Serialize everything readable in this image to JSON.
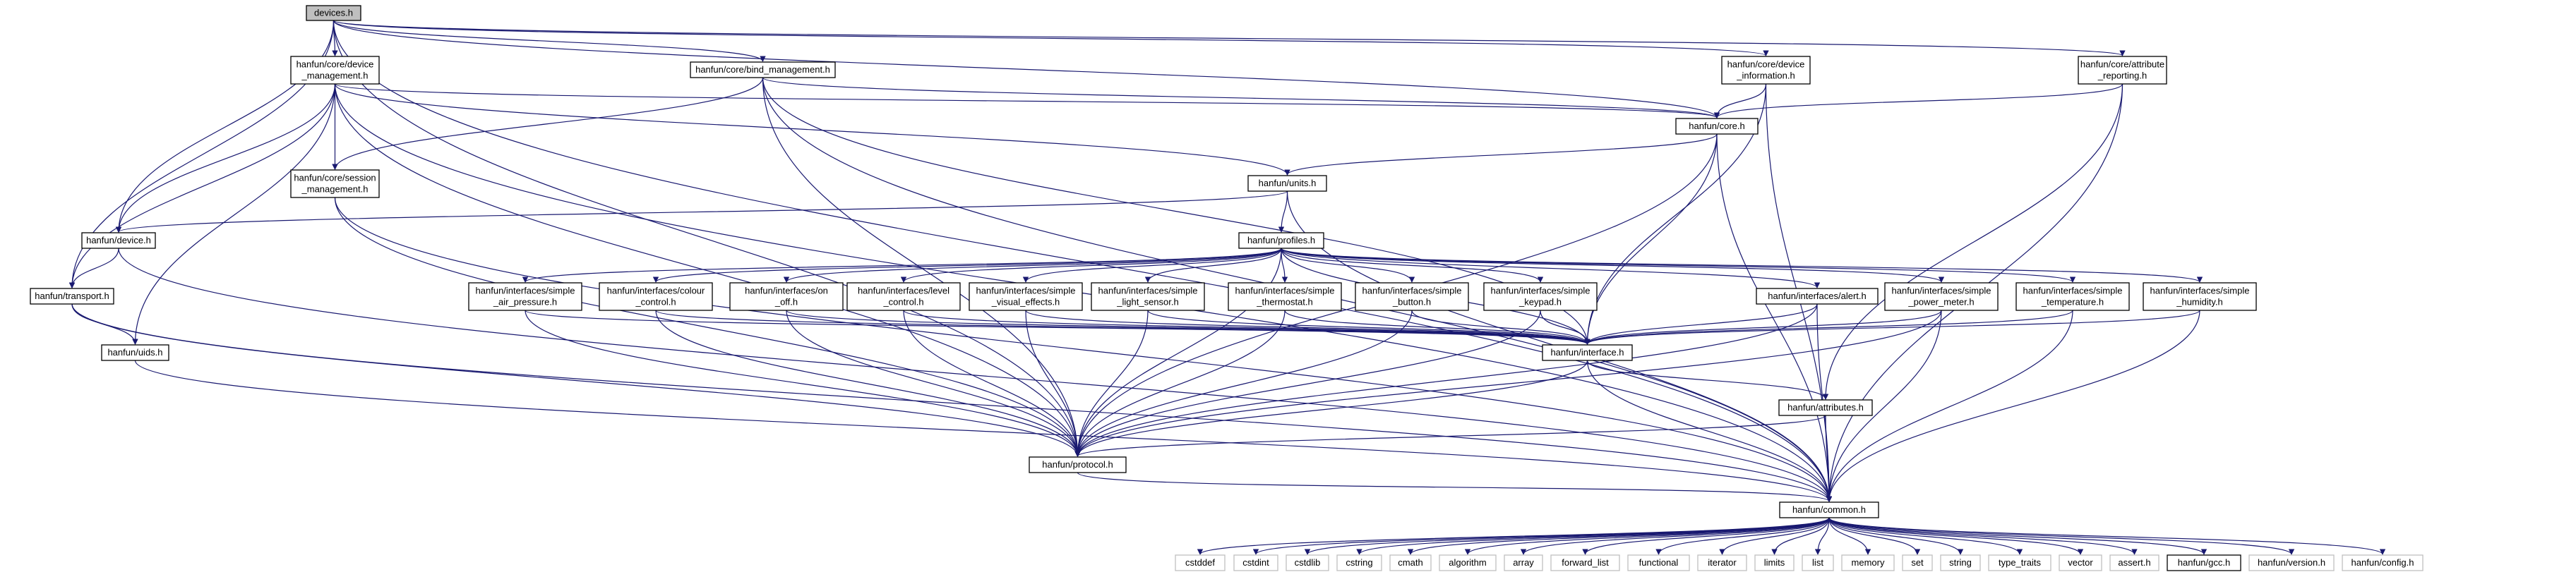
{
  "title": "devices.h",
  "colors": {
    "edge": "#191970",
    "node_border": "#000000",
    "external_border": "#bfbfbf",
    "root_fill": "#bfbfbf",
    "node_fill": "#ffffff"
  },
  "nodes": [
    {
      "id": "devices",
      "lines": [
        "devices.h"
      ],
      "kind": "root"
    },
    {
      "id": "dev_mgmt",
      "lines": [
        "hanfun/core/device",
        "_management.h"
      ],
      "kind": "node"
    },
    {
      "id": "bind_mgmt",
      "lines": [
        "hanfun/core/bind_management.h"
      ],
      "kind": "node"
    },
    {
      "id": "dev_info",
      "lines": [
        "hanfun/core/device",
        "_information.h"
      ],
      "kind": "node"
    },
    {
      "id": "attr_rep",
      "lines": [
        "hanfun/core/attribute",
        "_reporting.h"
      ],
      "kind": "node"
    },
    {
      "id": "core",
      "lines": [
        "hanfun/core.h"
      ],
      "kind": "node"
    },
    {
      "id": "session",
      "lines": [
        "hanfun/core/session",
        "_management.h"
      ],
      "kind": "node"
    },
    {
      "id": "units",
      "lines": [
        "hanfun/units.h"
      ],
      "kind": "node"
    },
    {
      "id": "device",
      "lines": [
        "hanfun/device.h"
      ],
      "kind": "node"
    },
    {
      "id": "profiles",
      "lines": [
        "hanfun/profiles.h"
      ],
      "kind": "node"
    },
    {
      "id": "transport",
      "lines": [
        "hanfun/transport.h"
      ],
      "kind": "node"
    },
    {
      "id": "uids",
      "lines": [
        "hanfun/uids.h"
      ],
      "kind": "node"
    },
    {
      "id": "i_air",
      "lines": [
        "hanfun/interfaces/simple",
        "_air_pressure.h"
      ],
      "kind": "node"
    },
    {
      "id": "i_colour",
      "lines": [
        "hanfun/interfaces/colour",
        "_control.h"
      ],
      "kind": "node"
    },
    {
      "id": "i_onoff",
      "lines": [
        "hanfun/interfaces/on",
        "_off.h"
      ],
      "kind": "node"
    },
    {
      "id": "i_level",
      "lines": [
        "hanfun/interfaces/level",
        "_control.h"
      ],
      "kind": "node"
    },
    {
      "id": "i_visual",
      "lines": [
        "hanfun/interfaces/simple",
        "_visual_effects.h"
      ],
      "kind": "node"
    },
    {
      "id": "i_light",
      "lines": [
        "hanfun/interfaces/simple",
        "_light_sensor.h"
      ],
      "kind": "node"
    },
    {
      "id": "i_thermo",
      "lines": [
        "hanfun/interfaces/simple",
        "_thermostat.h"
      ],
      "kind": "node"
    },
    {
      "id": "i_button",
      "lines": [
        "hanfun/interfaces/simple",
        "_button.h"
      ],
      "kind": "node"
    },
    {
      "id": "i_keypad",
      "lines": [
        "hanfun/interfaces/simple",
        "_keypad.h"
      ],
      "kind": "node"
    },
    {
      "id": "i_alert",
      "lines": [
        "hanfun/interfaces/alert.h"
      ],
      "kind": "node"
    },
    {
      "id": "i_power",
      "lines": [
        "hanfun/interfaces/simple",
        "_power_meter.h"
      ],
      "kind": "node"
    },
    {
      "id": "i_temp",
      "lines": [
        "hanfun/interfaces/simple",
        "_temperature.h"
      ],
      "kind": "node"
    },
    {
      "id": "i_humid",
      "lines": [
        "hanfun/interfaces/simple",
        "_humidity.h"
      ],
      "kind": "node"
    },
    {
      "id": "interface",
      "lines": [
        "hanfun/interface.h"
      ],
      "kind": "node"
    },
    {
      "id": "attributes",
      "lines": [
        "hanfun/attributes.h"
      ],
      "kind": "node"
    },
    {
      "id": "protocol",
      "lines": [
        "hanfun/protocol.h"
      ],
      "kind": "node"
    },
    {
      "id": "common",
      "lines": [
        "hanfun/common.h"
      ],
      "kind": "node"
    },
    {
      "id": "cstddef",
      "lines": [
        "cstddef"
      ],
      "kind": "external"
    },
    {
      "id": "cstdint",
      "lines": [
        "cstdint"
      ],
      "kind": "external"
    },
    {
      "id": "cstdlib",
      "lines": [
        "cstdlib"
      ],
      "kind": "external"
    },
    {
      "id": "cstring",
      "lines": [
        "cstring"
      ],
      "kind": "external"
    },
    {
      "id": "cmath",
      "lines": [
        "cmath"
      ],
      "kind": "external"
    },
    {
      "id": "algorithm",
      "lines": [
        "algorithm"
      ],
      "kind": "external"
    },
    {
      "id": "array",
      "lines": [
        "array"
      ],
      "kind": "external"
    },
    {
      "id": "forward_list",
      "lines": [
        "forward_list"
      ],
      "kind": "external"
    },
    {
      "id": "functional",
      "lines": [
        "functional"
      ],
      "kind": "external"
    },
    {
      "id": "iterator",
      "lines": [
        "iterator"
      ],
      "kind": "external"
    },
    {
      "id": "limits",
      "lines": [
        "limits"
      ],
      "kind": "external"
    },
    {
      "id": "list",
      "lines": [
        "list"
      ],
      "kind": "external"
    },
    {
      "id": "memory",
      "lines": [
        "memory"
      ],
      "kind": "external"
    },
    {
      "id": "set",
      "lines": [
        "set"
      ],
      "kind": "external"
    },
    {
      "id": "string",
      "lines": [
        "string"
      ],
      "kind": "external"
    },
    {
      "id": "type_traits",
      "lines": [
        "type_traits"
      ],
      "kind": "external"
    },
    {
      "id": "vector",
      "lines": [
        "vector"
      ],
      "kind": "external"
    },
    {
      "id": "assert",
      "lines": [
        "assert.h"
      ],
      "kind": "external"
    },
    {
      "id": "gcc",
      "lines": [
        "hanfun/gcc.h"
      ],
      "kind": "node"
    },
    {
      "id": "version",
      "lines": [
        "hanfun/version.h"
      ],
      "kind": "external"
    },
    {
      "id": "config",
      "lines": [
        "hanfun/config.h"
      ],
      "kind": "external"
    }
  ],
  "edges": [
    [
      "devices",
      "dev_mgmt"
    ],
    [
      "devices",
      "bind_mgmt"
    ],
    [
      "devices",
      "dev_info"
    ],
    [
      "devices",
      "attr_rep"
    ],
    [
      "devices",
      "core"
    ],
    [
      "devices",
      "device"
    ],
    [
      "devices",
      "transport"
    ],
    [
      "devices",
      "protocol"
    ],
    [
      "devices",
      "common"
    ],
    [
      "dev_mgmt",
      "core"
    ],
    [
      "dev_mgmt",
      "session"
    ],
    [
      "dev_mgmt",
      "units"
    ],
    [
      "dev_mgmt",
      "device"
    ],
    [
      "dev_mgmt",
      "transport"
    ],
    [
      "dev_mgmt",
      "uids"
    ],
    [
      "dev_mgmt",
      "protocol"
    ],
    [
      "dev_mgmt",
      "common"
    ],
    [
      "bind_mgmt",
      "core"
    ],
    [
      "bind_mgmt",
      "session"
    ],
    [
      "bind_mgmt",
      "interface"
    ],
    [
      "bind_mgmt",
      "protocol"
    ],
    [
      "bind_mgmt",
      "common"
    ],
    [
      "dev_info",
      "core"
    ],
    [
      "dev_info",
      "interface"
    ],
    [
      "dev_info",
      "common"
    ],
    [
      "attr_rep",
      "core"
    ],
    [
      "attr_rep",
      "attributes"
    ],
    [
      "attr_rep",
      "common"
    ],
    [
      "core",
      "units"
    ],
    [
      "core",
      "interface"
    ],
    [
      "core",
      "protocol"
    ],
    [
      "core",
      "common"
    ],
    [
      "session",
      "protocol"
    ],
    [
      "session",
      "common"
    ],
    [
      "units",
      "device"
    ],
    [
      "units",
      "profiles"
    ],
    [
      "units",
      "common"
    ],
    [
      "device",
      "transport"
    ],
    [
      "device",
      "common"
    ],
    [
      "transport",
      "uids"
    ],
    [
      "transport",
      "protocol"
    ],
    [
      "transport",
      "common"
    ],
    [
      "uids",
      "common"
    ],
    [
      "profiles",
      "i_air"
    ],
    [
      "profiles",
      "i_colour"
    ],
    [
      "profiles",
      "i_onoff"
    ],
    [
      "profiles",
      "i_level"
    ],
    [
      "profiles",
      "i_visual"
    ],
    [
      "profiles",
      "i_light"
    ],
    [
      "profiles",
      "i_thermo"
    ],
    [
      "profiles",
      "i_button"
    ],
    [
      "profiles",
      "i_keypad"
    ],
    [
      "profiles",
      "i_alert"
    ],
    [
      "profiles",
      "i_power"
    ],
    [
      "profiles",
      "i_temp"
    ],
    [
      "profiles",
      "i_humid"
    ],
    [
      "profiles",
      "interface"
    ],
    [
      "profiles",
      "protocol"
    ],
    [
      "i_air",
      "interface"
    ],
    [
      "i_air",
      "protocol"
    ],
    [
      "i_colour",
      "interface"
    ],
    [
      "i_colour",
      "protocol"
    ],
    [
      "i_onoff",
      "interface"
    ],
    [
      "i_onoff",
      "protocol"
    ],
    [
      "i_level",
      "interface"
    ],
    [
      "i_level",
      "protocol"
    ],
    [
      "i_visual",
      "interface"
    ],
    [
      "i_visual",
      "protocol"
    ],
    [
      "i_light",
      "interface"
    ],
    [
      "i_light",
      "protocol"
    ],
    [
      "i_thermo",
      "interface"
    ],
    [
      "i_thermo",
      "protocol"
    ],
    [
      "i_button",
      "interface"
    ],
    [
      "i_button",
      "protocol"
    ],
    [
      "i_keypad",
      "interface"
    ],
    [
      "i_keypad",
      "protocol"
    ],
    [
      "i_alert",
      "interface"
    ],
    [
      "i_alert",
      "protocol"
    ],
    [
      "i_alert",
      "common"
    ],
    [
      "i_power",
      "interface"
    ],
    [
      "i_power",
      "protocol"
    ],
    [
      "i_power",
      "common"
    ],
    [
      "i_temp",
      "interface"
    ],
    [
      "i_temp",
      "common"
    ],
    [
      "i_humid",
      "interface"
    ],
    [
      "i_humid",
      "common"
    ],
    [
      "interface",
      "attributes"
    ],
    [
      "interface",
      "protocol"
    ],
    [
      "interface",
      "common"
    ],
    [
      "attributes",
      "protocol"
    ],
    [
      "attributes",
      "common"
    ],
    [
      "protocol",
      "common"
    ],
    [
      "common",
      "cstddef"
    ],
    [
      "common",
      "cstdint"
    ],
    [
      "common",
      "cstdlib"
    ],
    [
      "common",
      "cstring"
    ],
    [
      "common",
      "cmath"
    ],
    [
      "common",
      "algorithm"
    ],
    [
      "common",
      "array"
    ],
    [
      "common",
      "forward_list"
    ],
    [
      "common",
      "functional"
    ],
    [
      "common",
      "iterator"
    ],
    [
      "common",
      "limits"
    ],
    [
      "common",
      "list"
    ],
    [
      "common",
      "memory"
    ],
    [
      "common",
      "set"
    ],
    [
      "common",
      "string"
    ],
    [
      "common",
      "type_traits"
    ],
    [
      "common",
      "vector"
    ],
    [
      "common",
      "assert"
    ],
    [
      "common",
      "gcc"
    ],
    [
      "common",
      "version"
    ],
    [
      "common",
      "config"
    ]
  ]
}
